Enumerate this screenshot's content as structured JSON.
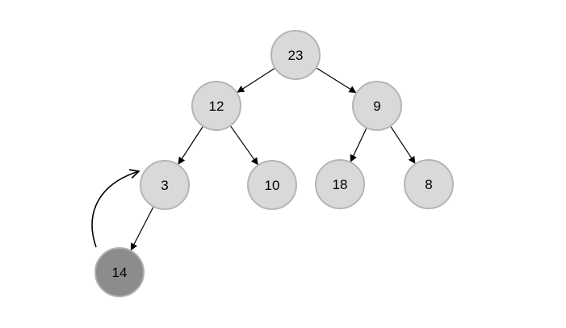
{
  "nodes": [
    {
      "id": "n23",
      "label": "23",
      "state": "normal"
    },
    {
      "id": "n12",
      "label": "12",
      "state": "normal"
    },
    {
      "id": "n9",
      "label": "9",
      "state": "normal"
    },
    {
      "id": "n3",
      "label": "3",
      "state": "normal"
    },
    {
      "id": "n10",
      "label": "10",
      "state": "normal"
    },
    {
      "id": "n18",
      "label": "18",
      "state": "normal"
    },
    {
      "id": "n8",
      "label": "8",
      "state": "normal"
    },
    {
      "id": "n14",
      "label": "14",
      "state": "highlighted"
    }
  ],
  "edges": [
    {
      "from": "n23",
      "to": "n12"
    },
    {
      "from": "n23",
      "to": "n9"
    },
    {
      "from": "n12",
      "to": "n3"
    },
    {
      "from": "n12",
      "to": "n10"
    },
    {
      "from": "n9",
      "to": "n18"
    },
    {
      "from": "n9",
      "to": "n8"
    },
    {
      "from": "n3",
      "to": "n14"
    }
  ],
  "swap_arrow": {
    "from": "n14",
    "to": "n3"
  },
  "colors": {
    "node_fill": "#d9d9d9",
    "node_stroke": "#b5b5b5",
    "highlight_fill": "#8c8c8c",
    "highlight_stroke": "#b0b0b0",
    "line": "#000000"
  }
}
